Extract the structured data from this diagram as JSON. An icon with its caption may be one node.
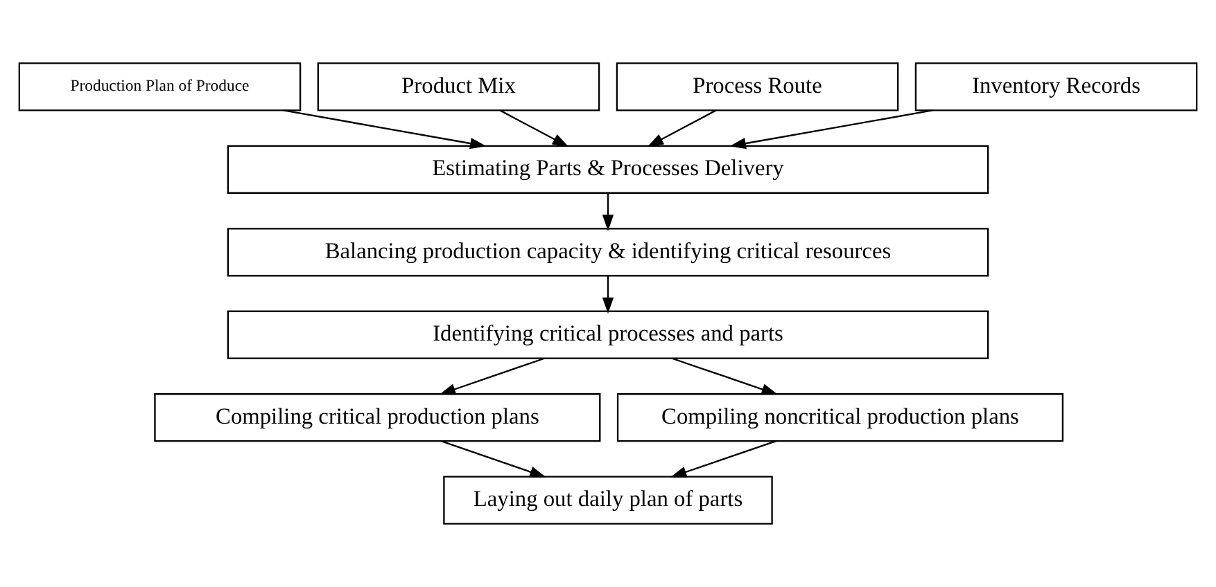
{
  "diagram": {
    "nodes": [
      {
        "text": [
          "Production Plan of Produce"
        ]
      },
      {
        "text": [
          "Product Mix"
        ]
      },
      {
        "text": [
          "Process Route"
        ]
      },
      {
        "text": [
          "Inventory Records"
        ]
      },
      {
        "text": [
          "Estimating Parts & Processes Delivery"
        ]
      },
      {
        "text": [
          "Balancing production capacity & identifying critical resources"
        ]
      },
      {
        "text": [
          "Identifying critical processes and parts"
        ]
      },
      {
        "text": [
          "Compiling critical production plans"
        ]
      },
      {
        "text": [
          "Compiling noncritical production plans"
        ]
      },
      {
        "text": [
          "Laying out daily plan of parts"
        ]
      }
    ],
    "edges": [
      {
        "from": 0,
        "to": 4,
        "arrow": "to"
      },
      {
        "from": 1,
        "to": 4,
        "arrow": "to"
      },
      {
        "from": 2,
        "to": 4,
        "arrow": "to"
      },
      {
        "from": 3,
        "to": 4,
        "arrow": "to"
      },
      {
        "from": 4,
        "to": 5,
        "arrow": "to"
      },
      {
        "from": 5,
        "to": 6,
        "arrow": "to"
      },
      {
        "from": 6,
        "to": 7,
        "arrow": "to"
      },
      {
        "from": 6,
        "to": 8,
        "arrow": "to"
      },
      {
        "from": 7,
        "to": 9,
        "arrow": "to"
      },
      {
        "from": 8,
        "to": 9,
        "arrow": "to"
      }
    ]
  }
}
